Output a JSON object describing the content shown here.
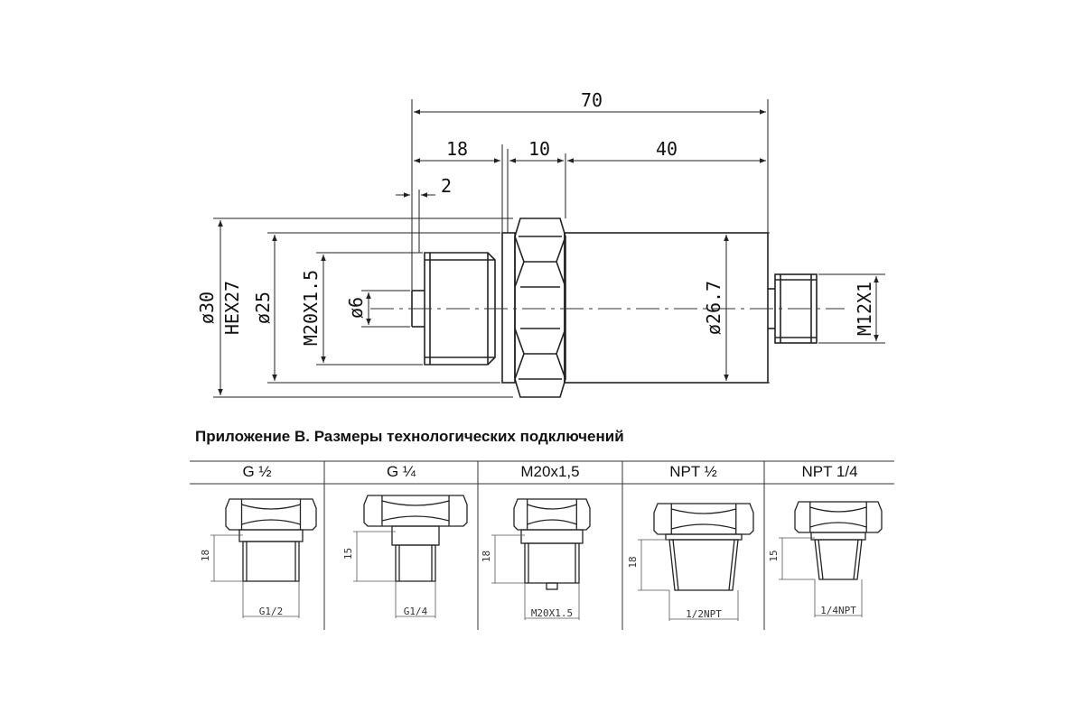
{
  "main_drawing": {
    "dim_overall": "70",
    "dim_fitting": "18",
    "dim_hex": "10",
    "dim_body": "40",
    "dim_thread_gap": "2",
    "dia_hex_outer": "ø30",
    "hex_size": "HEX27",
    "dia_flange": "ø25",
    "thread_process": "M20X1.5",
    "dia_bore": "ø6",
    "dia_body": "ø26.7",
    "thread_connector": "M12X1"
  },
  "appendix": {
    "title": "Приложение В. Размеры технологических подключений",
    "columns": [
      {
        "header": "G ½",
        "height_label": "18",
        "thread_label": "G1/2"
      },
      {
        "header": "G ¼",
        "height_label": "15",
        "thread_label": "G1/4"
      },
      {
        "header": "M20x1,5",
        "height_label": "18",
        "thread_label": "M20X1.5"
      },
      {
        "header": "NPT ½",
        "height_label": "18",
        "thread_label": "1/2NPT"
      },
      {
        "header": "NPT 1/4",
        "height_label": "15",
        "thread_label": "1/4NPT"
      }
    ]
  },
  "colors": {
    "line": "#222222",
    "text": "#111111",
    "light_text": "#888888"
  }
}
